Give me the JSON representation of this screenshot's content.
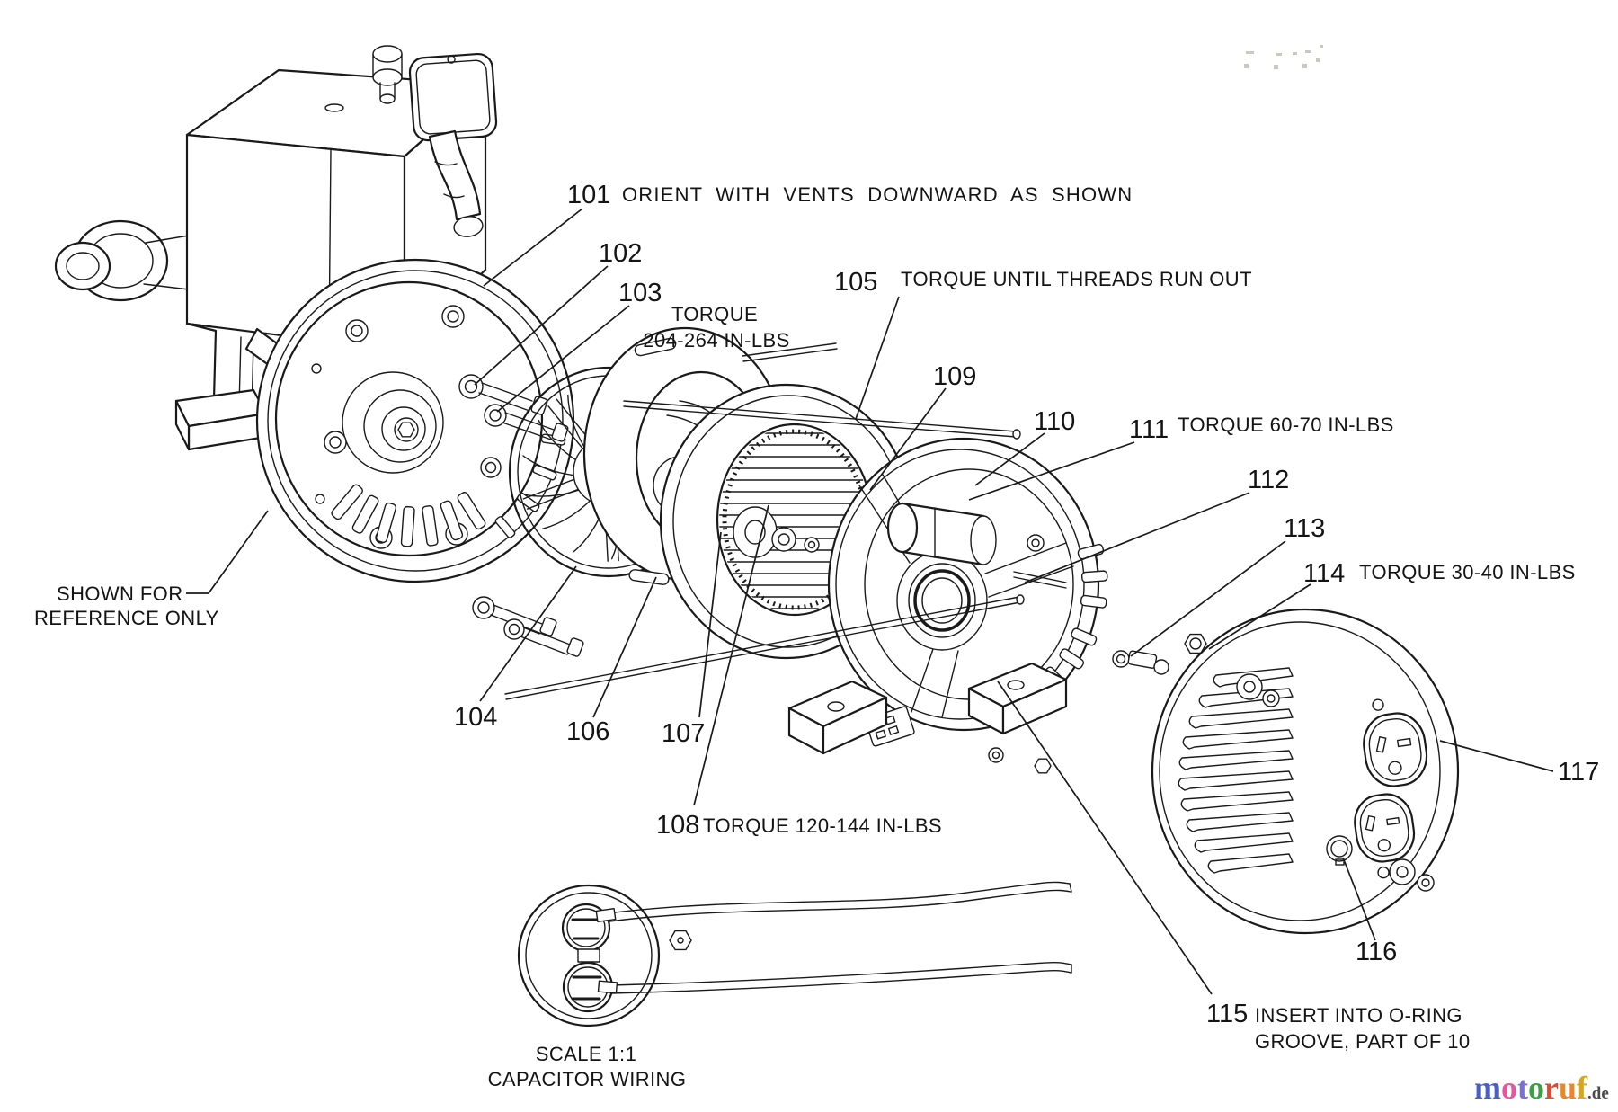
{
  "figure": {
    "callouts": {
      "c101": {
        "num": "101",
        "note": "ORIENT WITH VENTS DOWNWARD AS SHOWN"
      },
      "c102": {
        "num": "102"
      },
      "c103": {
        "num": "103",
        "note_line1": "TORQUE",
        "note_line2": "204-264 IN-LBS"
      },
      "c104": {
        "num": "104"
      },
      "c105": {
        "num": "105",
        "note": "TORQUE UNTIL THREADS RUN OUT"
      },
      "c106": {
        "num": "106"
      },
      "c107": {
        "num": "107"
      },
      "c108": {
        "num": "108",
        "note": "TORQUE 120-144 IN-LBS"
      },
      "c109": {
        "num": "109"
      },
      "c110": {
        "num": "110"
      },
      "c111": {
        "num": "111",
        "note": "TORQUE 60-70 IN-LBS"
      },
      "c112": {
        "num": "112"
      },
      "c113": {
        "num": "113"
      },
      "c114": {
        "num": "114",
        "note": "TORQUE 30-40 IN-LBS"
      },
      "c115": {
        "num": "115",
        "note_line1": "INSERT INTO O-RING",
        "note_line2": "GROOVE, PART OF 10"
      },
      "c116": {
        "num": "116"
      },
      "c117": {
        "num": "117"
      }
    },
    "reference_note": {
      "line1": "SHOWN FOR",
      "line2": "REFERENCE ONLY"
    },
    "detail_view": {
      "caption_line1": "SCALE 1:1",
      "caption_line2": "CAPACITOR WIRING"
    }
  },
  "watermark": {
    "letters": [
      {
        "ch": "m",
        "color": "#4a5fc1"
      },
      {
        "ch": "o",
        "color": "#e5569f"
      },
      {
        "ch": "t",
        "color": "#7a6fd4"
      },
      {
        "ch": "o",
        "color": "#3d9e44"
      },
      {
        "ch": "r",
        "color": "#d84b35"
      },
      {
        "ch": "u",
        "color": "#e8872b"
      },
      {
        "ch": "f",
        "color": "#d8a51f"
      }
    ],
    "suffix": ".de",
    "suffix_color": "#4a4a4a"
  }
}
